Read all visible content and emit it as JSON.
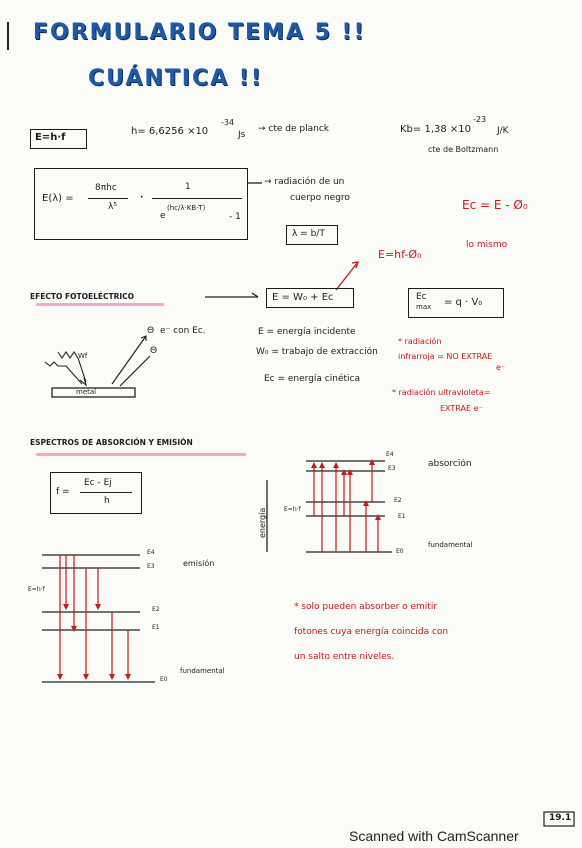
{
  "header": {
    "line1": "FORMULARIO TEMA 5 !!",
    "line2": "CUÁNTICA !!"
  },
  "planck": {
    "eq": "E=h·f",
    "h_value": "h= 6,6256 ×10",
    "h_exp": "-34",
    "h_unit": "Js",
    "h_note": "→ cte de planck",
    "kb_value": "Kb= 1,38 ×10",
    "kb_exp": "-23",
    "kb_unit": "J/K",
    "kb_note": "cte de Boltzmann"
  },
  "blackbody": {
    "lhs": "E(λ) =",
    "num1": "8πhc",
    "den1": "λ⁵",
    "dot": "·",
    "num2": "1",
    "den2": "e",
    "den2_exp": "(hc/λ·KB·T)",
    "den2_tail": "- 1",
    "note1": "→ radiación de un",
    "note2": "cuerpo negro",
    "wien": "λ = b/T"
  },
  "photo": {
    "heading": "EFECTO FOTOELÉCTRICO",
    "eq_main": "E = W₀ + Ec",
    "ecmax_top": "Ec",
    "ecmax_sub": "max",
    "ecmax_rhs": "= q · V₀",
    "red_eq": "E=hf-Ø₀",
    "red_eq2": "Ec = E - Ø₀",
    "red_same": "lo mismo",
    "electron": "e⁻ con Ec.",
    "theta1": "Θ",
    "theta2": "Θ",
    "wf": "Wf",
    "metal": "metal",
    "def_e": "E = energía incidente",
    "def_w0": "W₀ = trabajo de extracción",
    "def_ec": "Ec = energía cinética",
    "ir1": "* radiación",
    "ir2": "infrarroja = NO EXTRAE",
    "ir3": "e⁻",
    "uv1": "* radiación ultravioleta=",
    "uv2": "EXTRAE e⁻"
  },
  "spectra": {
    "heading": "ESPECTROS DE ABSORCIÓN Y EMISIÓN",
    "f_lhs": "f =",
    "f_num": "Ec - Ej",
    "f_den": "h",
    "energia": "energía",
    "ehf_top": "E=h·f",
    "ehf_left": "E=h·f",
    "absorcion": "absorción",
    "fundamental_top": "fundamental",
    "emision": "emisión",
    "fundamental_bottom": "fundamental",
    "levels_top": [
      "E4",
      "E3",
      "E2",
      "E1",
      "E0"
    ],
    "levels_bottom": [
      "E4",
      "E3",
      "E2",
      "E1",
      "E0"
    ],
    "note1": "* solo pueden absorber o emitir",
    "note2": "fotones cuya energía coincida con",
    "note3": "un salto entre niveles."
  },
  "footer": {
    "scanner": "Scanned with CamScanner",
    "page": "19.1"
  },
  "colors": {
    "title": "#1e5aa8",
    "highlight": "#f6a6c8",
    "red": "#c41a1a",
    "ink": "#1c1c1c"
  }
}
